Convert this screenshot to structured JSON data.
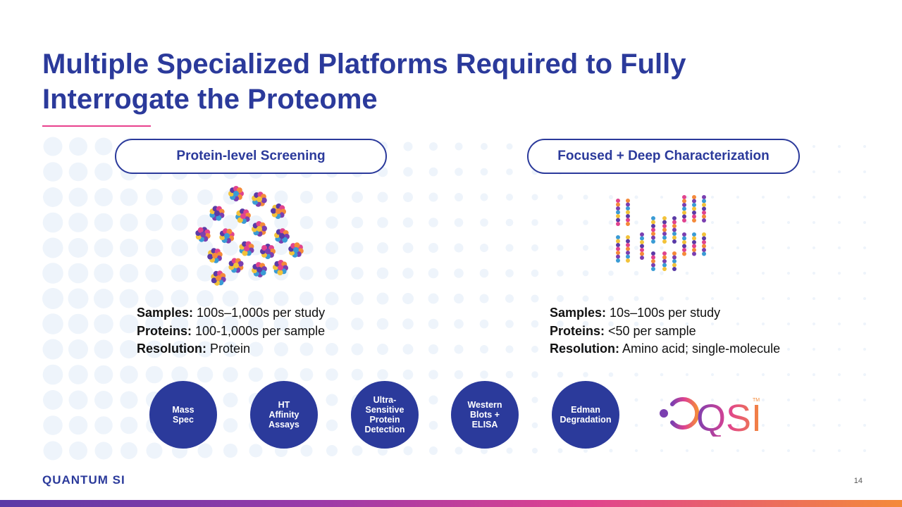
{
  "slide": {
    "title_line1": "Multiple Specialized Platforms Required to Fully",
    "title_line2": "Interrogate the Proteome",
    "page_number": "14"
  },
  "left": {
    "pill_label": "Protein-level Screening",
    "samples_label": "Samples:",
    "samples_value": " 100s–1,000s per study",
    "proteins_label": "Proteins:",
    "proteins_value": " 100-1,000s per sample",
    "resolution_label": "Resolution:",
    "resolution_value": " Protein"
  },
  "right": {
    "pill_label": "Focused + Deep Characterization",
    "samples_label": "Samples:",
    "samples_value": " 10s–100s per study",
    "proteins_label": "Proteins:",
    "proteins_value": " <50 per sample",
    "resolution_label": "Resolution:",
    "resolution_value": " Amino acid; single-molecule"
  },
  "platforms": {
    "mass_spec": "Mass\nSpec",
    "ht_affinity": "HT\nAffinity\nAssays",
    "ultra_sensitive": "Ultra-\nSensitive\nProtein\nDetection",
    "western_blots": "Western\nBlots +\nELISA",
    "edman": "Edman\nDegradation"
  },
  "logos": {
    "qsi_text": "QSI",
    "qsi_tm": "TM",
    "brand_text": "QUANTUM SI"
  },
  "colors": {
    "primary": "#2b3a9b",
    "accent_pink": "#e8418d",
    "accent_orange": "#f48a3a",
    "dot_light": "#eef4fb"
  }
}
